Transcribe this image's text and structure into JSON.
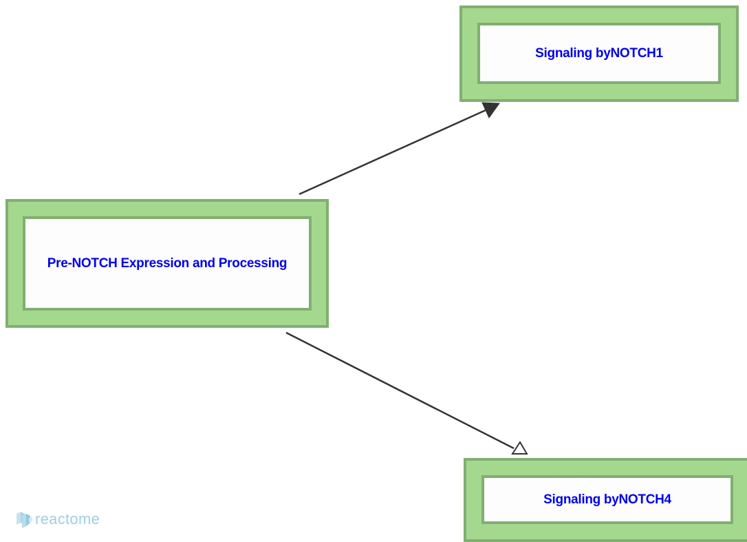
{
  "nodes": {
    "pre_notch": {
      "label": "Pre-NOTCH Expression and Processing"
    },
    "notch1": {
      "label": "Signaling byNOTCH1"
    },
    "notch4": {
      "label": "Signaling byNOTCH4"
    }
  },
  "edges": [
    {
      "from": "Pre-NOTCH Expression and Processing",
      "to": "Signaling byNOTCH1",
      "arrowhead": "filled"
    },
    {
      "from": "Pre-NOTCH Expression and Processing",
      "to": "Signaling byNOTCH4",
      "arrowhead": "open"
    }
  ],
  "logo": {
    "text": "reactome",
    "icon": "reactome-logo-icon"
  },
  "colors": {
    "node_fill": "#a4d88f",
    "node_border": "#82ae72",
    "label": "#0000ee",
    "edge": "#333333",
    "logo": "#9fcfdf"
  }
}
